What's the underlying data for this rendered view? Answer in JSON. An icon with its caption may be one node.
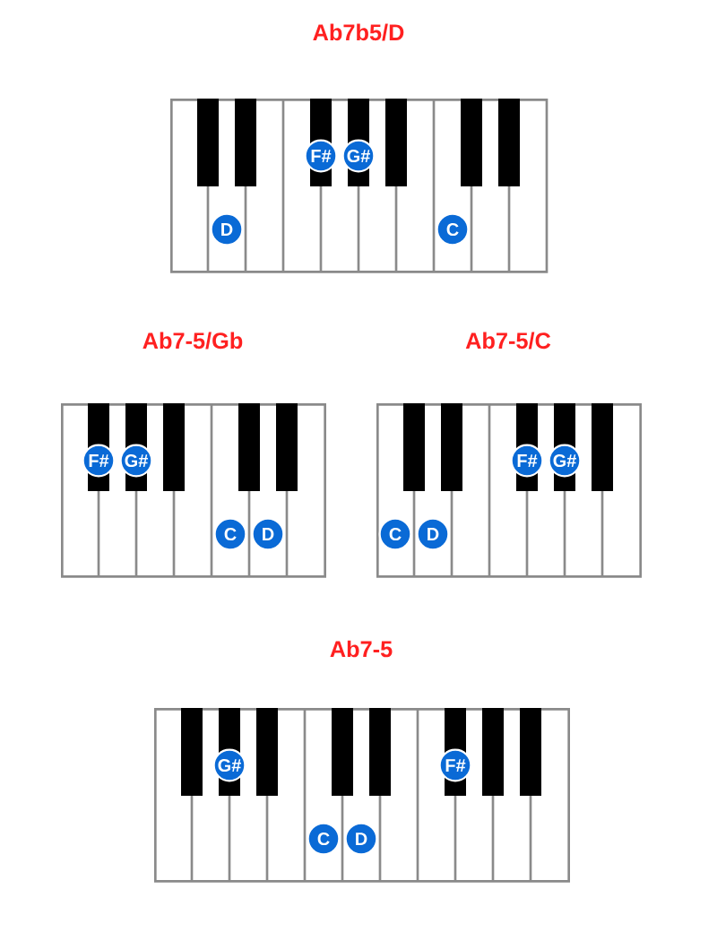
{
  "diagram": {
    "nodes": [
      {
        "text": [
          "Ab7b5/D"
        ]
      },
      {
        "text": [
          "F#"
        ],
        "in": 0
      },
      {
        "text": [
          "G#"
        ],
        "in": 0
      },
      {
        "text": [
          "D"
        ],
        "in": 0
      },
      {
        "text": [
          "C"
        ],
        "in": 0
      },
      {
        "text": [
          "Ab7-5/Gb"
        ]
      },
      {
        "text": [
          "F#"
        ],
        "in": 5
      },
      {
        "text": [
          "G#"
        ],
        "in": 5
      },
      {
        "text": [
          "C"
        ],
        "in": 5
      },
      {
        "text": [
          "D"
        ],
        "in": 5
      },
      {
        "text": [
          "Ab7-5/C"
        ]
      },
      {
        "text": [
          "F#"
        ],
        "in": 10
      },
      {
        "text": [
          "G#"
        ],
        "in": 10
      },
      {
        "text": [
          "C"
        ],
        "in": 10
      },
      {
        "text": [
          "D"
        ],
        "in": 10
      },
      {
        "text": [
          "Ab7-5"
        ]
      },
      {
        "text": [
          "G#"
        ],
        "in": 15
      },
      {
        "text": [
          "F#"
        ],
        "in": 15
      },
      {
        "text": [
          "C"
        ],
        "in": 15
      },
      {
        "text": [
          "D"
        ],
        "in": 15
      }
    ]
  }
}
